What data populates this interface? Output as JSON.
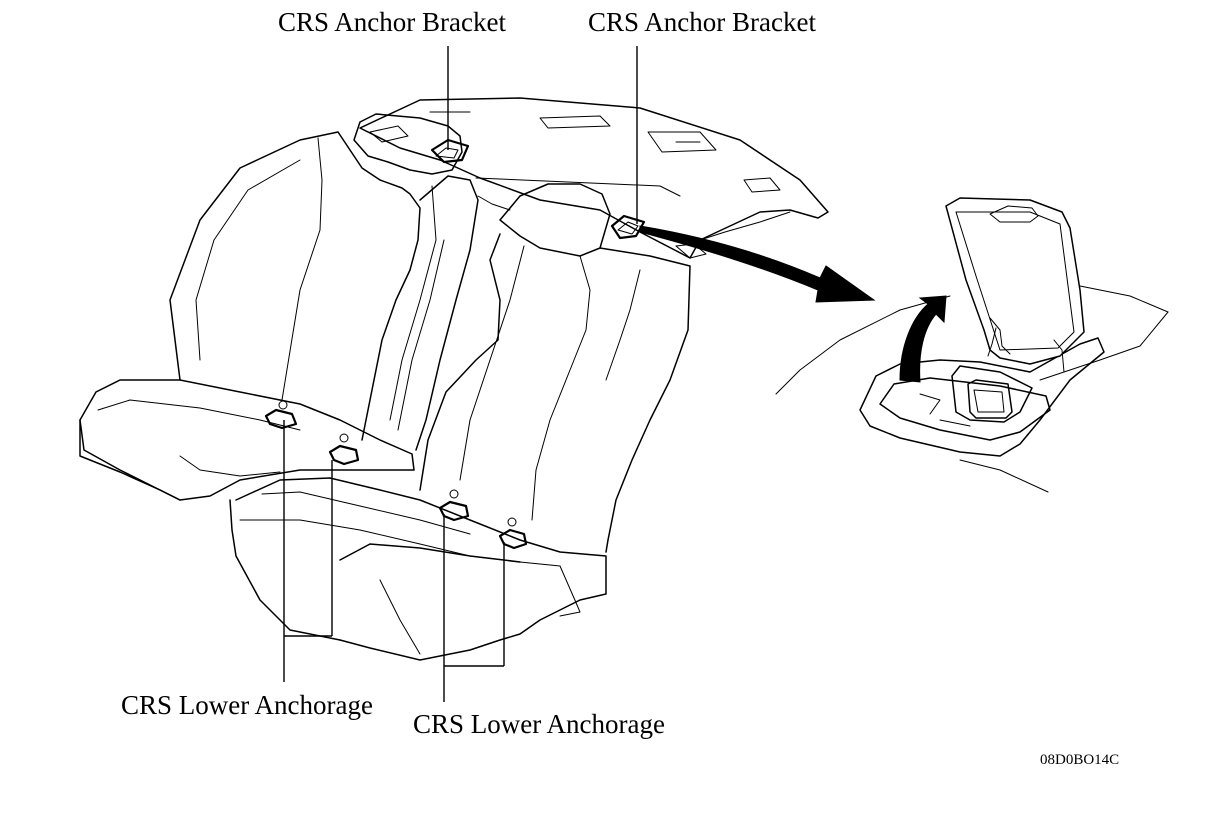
{
  "labels": {
    "anchor_bracket_left": "CRS Anchor Bracket",
    "anchor_bracket_right": "CRS Anchor Bracket",
    "lower_anchorage_left": "CRS Lower Anchorage",
    "lower_anchorage_right": "CRS Lower Anchorage",
    "figure_code": "08D0BO14C"
  }
}
